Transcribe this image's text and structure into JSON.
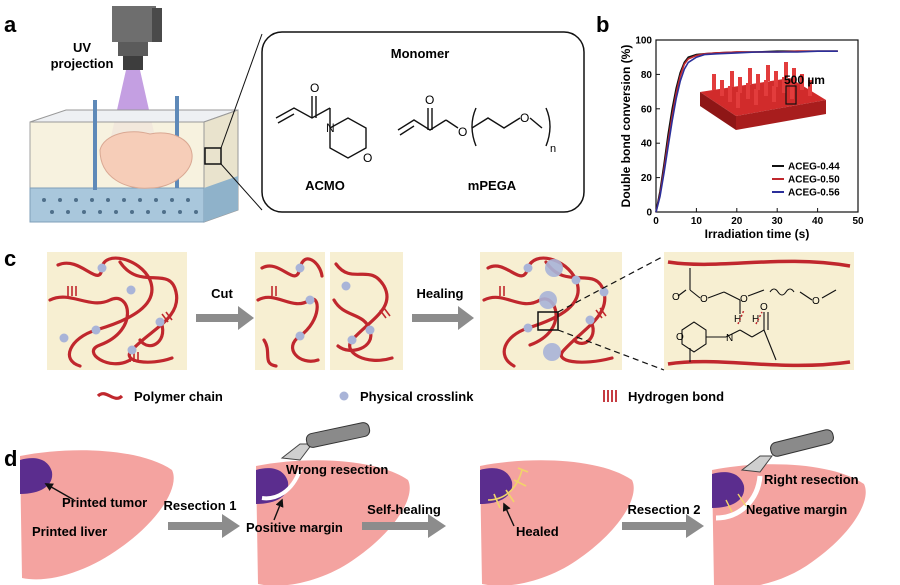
{
  "panels": {
    "a": {
      "letter": "a",
      "uv_line1": "UV",
      "uv_line2": "projection",
      "monomer_title": "Monomer",
      "acmo": "ACMO",
      "mpega": "mPEGA",
      "n_sub": "n"
    },
    "b": {
      "letter": "b",
      "scale_label": "500 µm"
    },
    "c": {
      "letter": "c",
      "cut": "Cut",
      "healing": "Healing",
      "legend": {
        "polymer": "Polymer chain",
        "crosslink": "Physical crosslink",
        "hbond": "Hydrogen bond"
      }
    },
    "d": {
      "letter": "d",
      "printed_tumor": "Printed tumor",
      "printed_liver": "Printed liver",
      "resection1": "Resection 1",
      "wrong_resection": "Wrong resection",
      "positive_margin": "Positive margin",
      "self_healing": "Self-healing",
      "healed": "Healed",
      "resection2": "Resection 2",
      "right_resection": "Right resection",
      "negative_margin": "Negative margin"
    }
  },
  "colors": {
    "polymer": "#c0272d",
    "crosslink": "#a9b4d8",
    "gel_bg": "#f7efd2",
    "liver": "#f4a3a0",
    "tumor": "#5b2d8e",
    "arrow": "#8c8c8c"
  },
  "chart_data": {
    "type": "line",
    "xlabel": "Irradiation time (s)",
    "ylabel": "Double bond conversion (%)",
    "xlim": [
      0,
      50
    ],
    "ylim": [
      0,
      100
    ],
    "xticks": [
      0,
      10,
      20,
      30,
      40,
      50
    ],
    "yticks": [
      0,
      20,
      40,
      60,
      80,
      100
    ],
    "legend_position": "bottom-right",
    "series": [
      {
        "name": "ACEG-0.44",
        "color": "#111111",
        "x": [
          0,
          1,
          2,
          3,
          4,
          5,
          6,
          7,
          8,
          10,
          12,
          15,
          20,
          25,
          30,
          35,
          40,
          45
        ],
        "y": [
          0,
          12,
          28,
          45,
          60,
          72,
          81,
          87,
          90,
          91.5,
          92,
          92.5,
          93,
          93,
          93.5,
          93.5,
          93.5,
          93.5
        ]
      },
      {
        "name": "ACEG-0.50",
        "color": "#c0272d",
        "x": [
          0,
          1,
          2,
          3,
          4,
          5,
          6,
          7,
          8,
          10,
          12,
          15,
          20,
          25,
          30,
          35,
          40,
          45
        ],
        "y": [
          0,
          10,
          25,
          41,
          56,
          69,
          79,
          86,
          89,
          91,
          92,
          92.5,
          93,
          93,
          93,
          93.5,
          93.5,
          93.5
        ]
      },
      {
        "name": "ACEG-0.56",
        "color": "#2b2f9a",
        "x": [
          0,
          1,
          2,
          3,
          4,
          5,
          6,
          7,
          8,
          10,
          12,
          15,
          20,
          25,
          30,
          35,
          40,
          45
        ],
        "y": [
          0,
          9,
          23,
          38,
          53,
          66,
          76,
          83,
          87,
          90,
          91.5,
          92,
          92.5,
          93,
          93,
          93,
          93.5,
          93.5
        ]
      }
    ]
  }
}
